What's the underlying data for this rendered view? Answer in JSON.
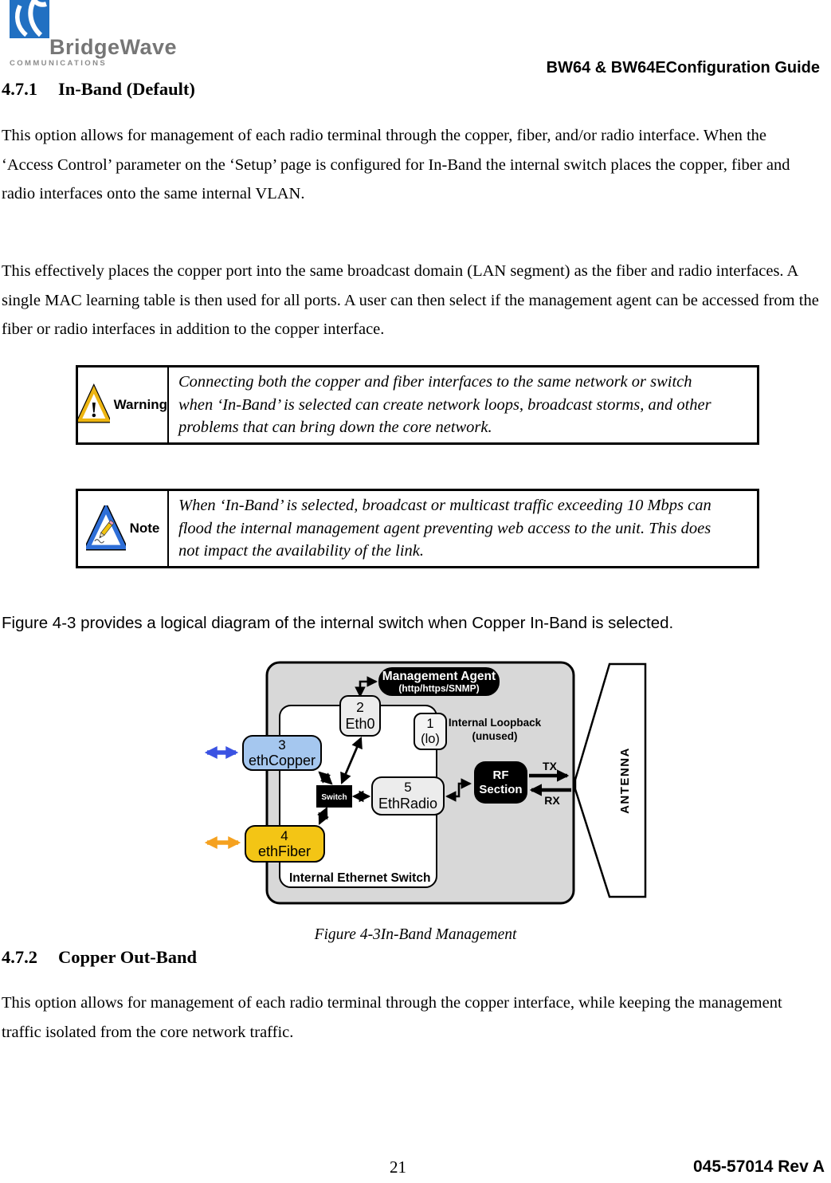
{
  "header": {
    "logo_name": "BridgeWave",
    "logo_sub": "COMMUNICATIONS",
    "doc_title": "BW64 & BW64EConfiguration Guide"
  },
  "section_471": {
    "number": "4.7.1",
    "title": "In-Band (Default)",
    "para1": "This option allows for management of each radio terminal through the copper, fiber, and/or radio interface. When the ‘Access Control’ parameter on the ‘Setup’ page is configured for In-Band the internal switch places the copper, fiber and radio interfaces onto the same internal VLAN.",
    "para2": "This effectively places the copper port into the same broadcast domain (LAN segment) as the fiber and radio interfaces. A single MAC learning table is then used for all ports. A user can then select if the management agent can be accessed from the fiber or radio interfaces in addition to the copper interface."
  },
  "warning": {
    "label": "Warning",
    "text": "Connecting both the copper and fiber interfaces to the same network or switch when ‘In-Band’ is selected can create network loops, broadcast storms, and other problems that can bring down the core network."
  },
  "note": {
    "label": "Note",
    "text": "When ‘In-Band’ is selected, broadcast or multicast traffic exceeding 10 Mbps can flood the internal management agent preventing web access to the unit. This does not impact the availability of the link."
  },
  "figure": {
    "intro": "Figure 4-3 provides a logical diagram of the internal switch when Copper In-Band is selected.",
    "caption": "Figure 4-3In-Band Management"
  },
  "diagram": {
    "management_agent_title": "Management Agent",
    "management_agent_sub": "(http/https/SNMP)",
    "eth0_num": "2",
    "eth0_name": "Eth0",
    "lo_num": "1",
    "lo_name": "(lo)",
    "loopback_title": "Internal Loopback",
    "loopback_sub": "(unused)",
    "ethcopper_num": "3",
    "ethcopper_name": "ethCopper",
    "ethfiber_num": "4",
    "ethfiber_name": "ethFiber",
    "ethradio_num": "5",
    "ethradio_name": "EthRadio",
    "switch_name": "Switch",
    "rf_title": "RF",
    "rf_sub": "Section",
    "tx": "TX",
    "rx": "RX",
    "antenna": "ANTENNA",
    "internal_switch": "Internal Ethernet Switch",
    "colors": {
      "unit_fill": "#d8d8d8",
      "port_fill": "#ececec",
      "lo_fill": "#f4f4f4",
      "copper_fill": "#a5c7ef",
      "fiber_fill": "#f3c515",
      "copper_arrow": "#3a52e2",
      "fiber_arrow": "#f5a11f"
    }
  },
  "section_472": {
    "number": "4.7.2",
    "title": "Copper Out-Band",
    "para1": "This option allows for management of each radio terminal through the copper interface, while keeping the management traffic isolated from the core network traffic."
  },
  "footer": {
    "page_number": "21",
    "doc_number": "045-57014 Rev A"
  }
}
